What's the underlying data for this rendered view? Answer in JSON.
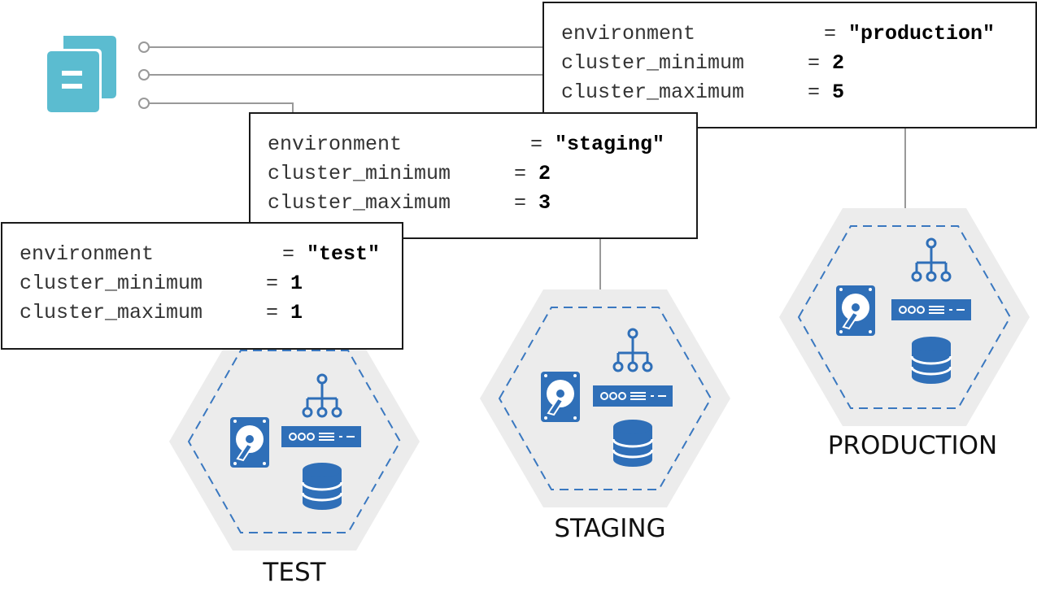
{
  "colors": {
    "doc_icon": "#5bbcd0",
    "connector": "#999999",
    "hex_fill": "#ececec",
    "hex_dash": "#3a78c0",
    "infra_icon": "#2f6fb8",
    "box_border": "#1a1a1a"
  },
  "icons": {
    "config_file": "documents-icon",
    "infra": [
      "hard-drive-icon",
      "network-hierarchy-icon",
      "server-rack-icon",
      "database-icon"
    ]
  },
  "configs": {
    "production": {
      "rows": [
        {
          "key": "environment",
          "value": "\"production\""
        },
        {
          "key": "cluster_minimum",
          "value": "2"
        },
        {
          "key": "cluster_maximum",
          "value": "5"
        }
      ]
    },
    "staging": {
      "rows": [
        {
          "key": "environment",
          "value": "\"staging\""
        },
        {
          "key": "cluster_minimum",
          "value": "2"
        },
        {
          "key": "cluster_maximum",
          "value": "3"
        }
      ]
    },
    "test": {
      "rows": [
        {
          "key": "environment",
          "value": "\"test\""
        },
        {
          "key": "cluster_minimum",
          "value": "1"
        },
        {
          "key": "cluster_maximum",
          "value": "1"
        }
      ]
    }
  },
  "environments": {
    "test": "TEST",
    "staging": "STAGING",
    "production": "PRODUCTION"
  }
}
